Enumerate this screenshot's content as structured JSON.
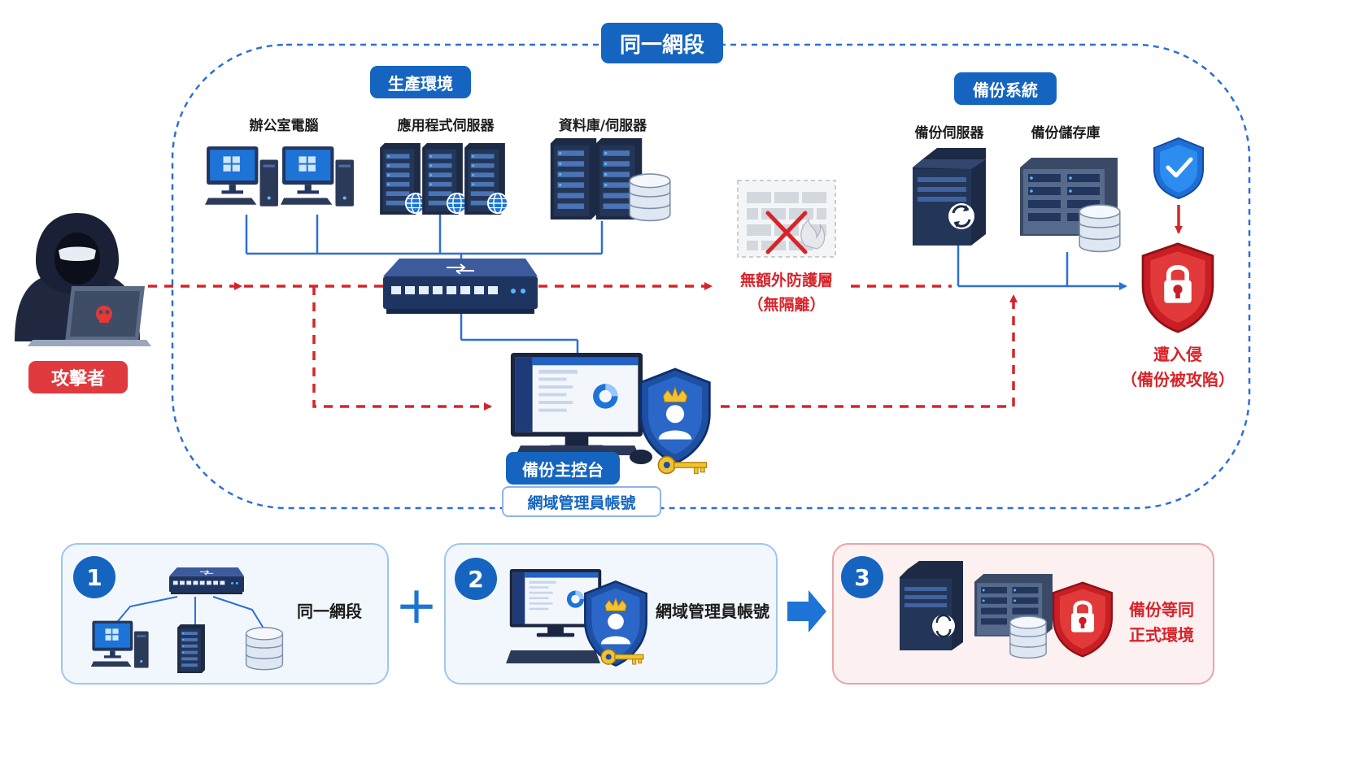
{
  "colors": {
    "primary": "#1565c0",
    "danger": "#d8232a",
    "zone_border": "#2d6fd6",
    "dark_device": "#1f2f4f"
  },
  "zone": {
    "title": "同一網段"
  },
  "production": {
    "title": "生產環境",
    "groups": [
      {
        "label": "辦公室電腦",
        "icon": "desktop-pc-icon"
      },
      {
        "label": "應用程式伺服器",
        "icon": "web-server-rack-icon"
      },
      {
        "label": "資料庫/伺服器",
        "icon": "database-server-icon"
      }
    ]
  },
  "backup_system": {
    "title": "備份系統",
    "server_label": "備份伺服器",
    "storage_label": "備份儲存庫"
  },
  "attacker": {
    "label": "攻擊者",
    "icon": "hacker-icon"
  },
  "firewall": {
    "line1": "無額外防護層",
    "line2": "（無隔離）",
    "icon": "broken-firewall-icon"
  },
  "compromised": {
    "line1": "遭入侵",
    "line2": "（備份被攻陷）",
    "icon": "red-lock-shield-icon"
  },
  "console": {
    "title": "備份主控台",
    "account": "網域管理員帳號"
  },
  "summary": [
    {
      "number": "1",
      "text": "同一網段"
    },
    {
      "operator": "＋"
    },
    {
      "number": "2",
      "text": "網域管理員帳號"
    },
    {
      "operator": "➜"
    },
    {
      "number": "3",
      "line1": "備份等同",
      "line2": "正式環境"
    }
  ]
}
